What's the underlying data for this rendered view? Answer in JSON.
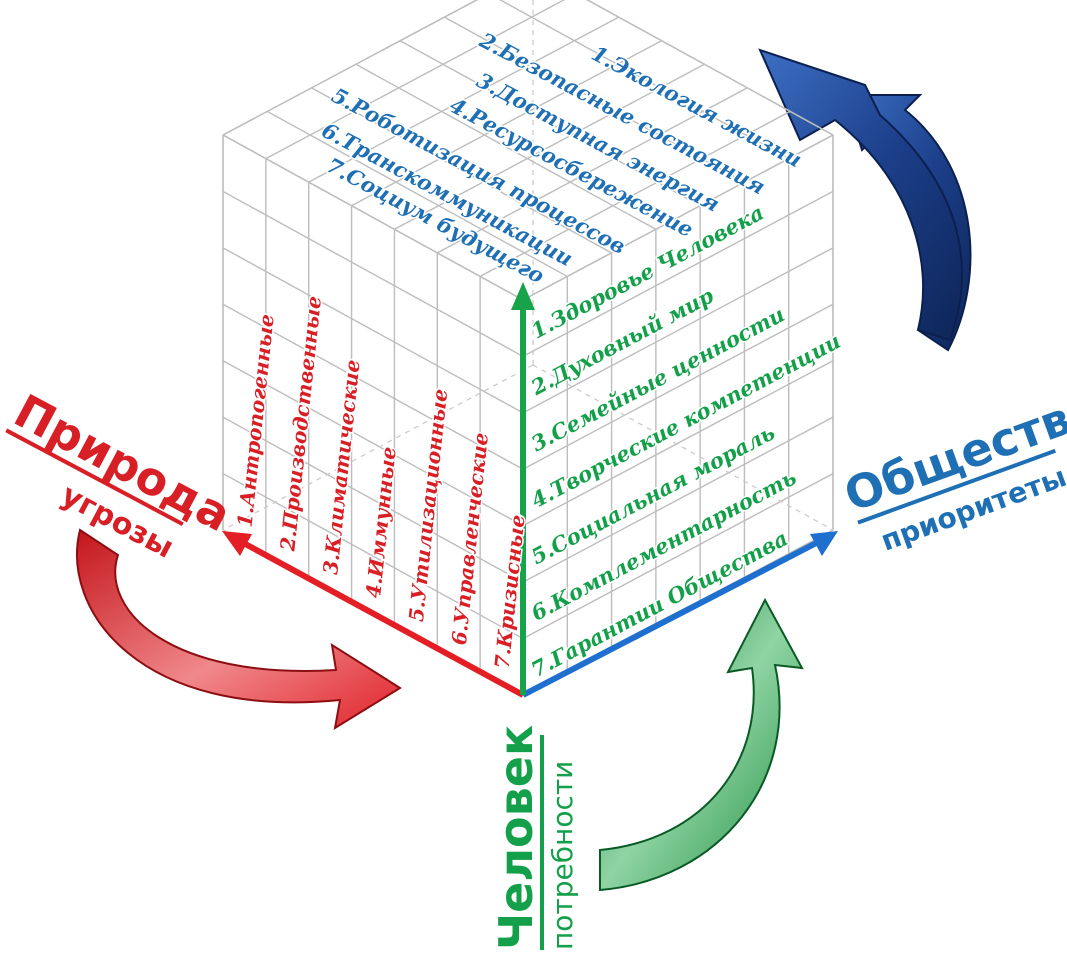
{
  "priorities": {
    "color": "#1f6fb5",
    "items": [
      "1.Экология жизни",
      "2.Безопасные состояния",
      "3.Доступная энергия",
      "4.Ресурсосбережение",
      "5.Роботизация процессов",
      "6.Транскоммуникации",
      "7.Социум будущего"
    ]
  },
  "threats": {
    "color": "#d81f26",
    "items": [
      "1.Антропогенные",
      "2.Производственные",
      "3.Климатические",
      "4.Иммунные",
      "5.Утилизационные",
      "6.Управленческие",
      "7.Кризисные"
    ]
  },
  "needs": {
    "color": "#14a04a",
    "items": [
      "1.Здоровье Человека",
      "2.Духовный мир",
      "3.Семейные ценности",
      "4.Творческие компетенции",
      "5.Социальная мораль",
      "6.Комплементарность",
      "7.Гарантии Общества"
    ]
  },
  "axes": {
    "nature": {
      "title": "Природа",
      "subtitle": "угрозы",
      "color": "#d81f26"
    },
    "society": {
      "title": "Общество",
      "subtitle": "приоритеты",
      "color": "#1f6fb5"
    },
    "human": {
      "title": "Человек",
      "subtitle": "потребности",
      "color": "#14a04a"
    }
  }
}
